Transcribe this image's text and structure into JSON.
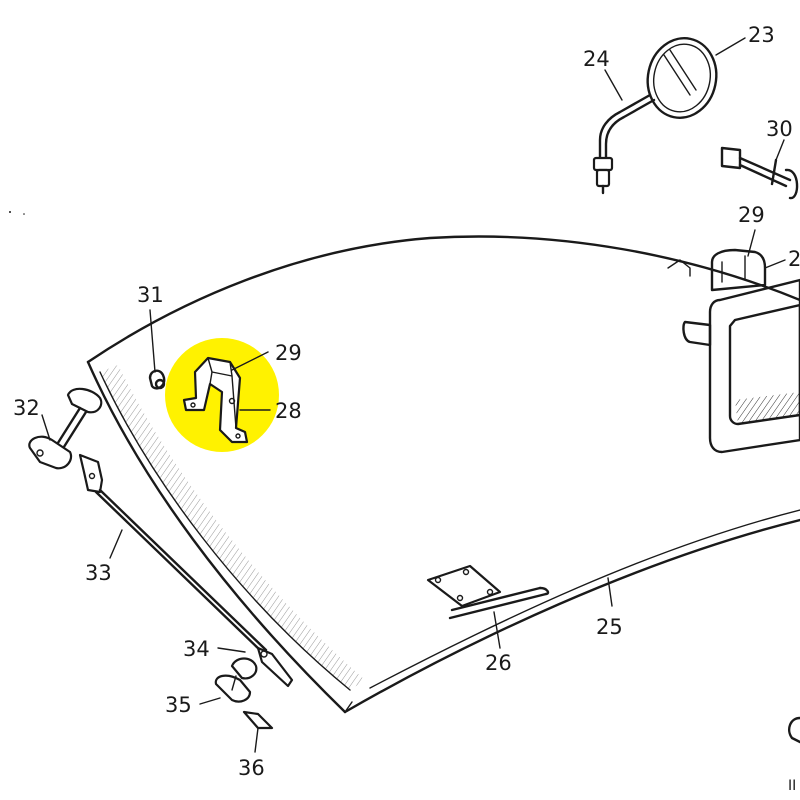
{
  "highlight_color": "#fff200",
  "ink_color": "#1a1a1a",
  "part_labels": {
    "p23": "23",
    "p24": "24",
    "p30": "30",
    "p29_top": "29",
    "p2_cut": "2",
    "p31": "31",
    "p29": "29",
    "p28": "28",
    "p32": "32",
    "p33": "33",
    "p34": "34",
    "p35": "35",
    "p36": "36",
    "p26": "26",
    "p25": "25",
    "p_corner": "II"
  }
}
